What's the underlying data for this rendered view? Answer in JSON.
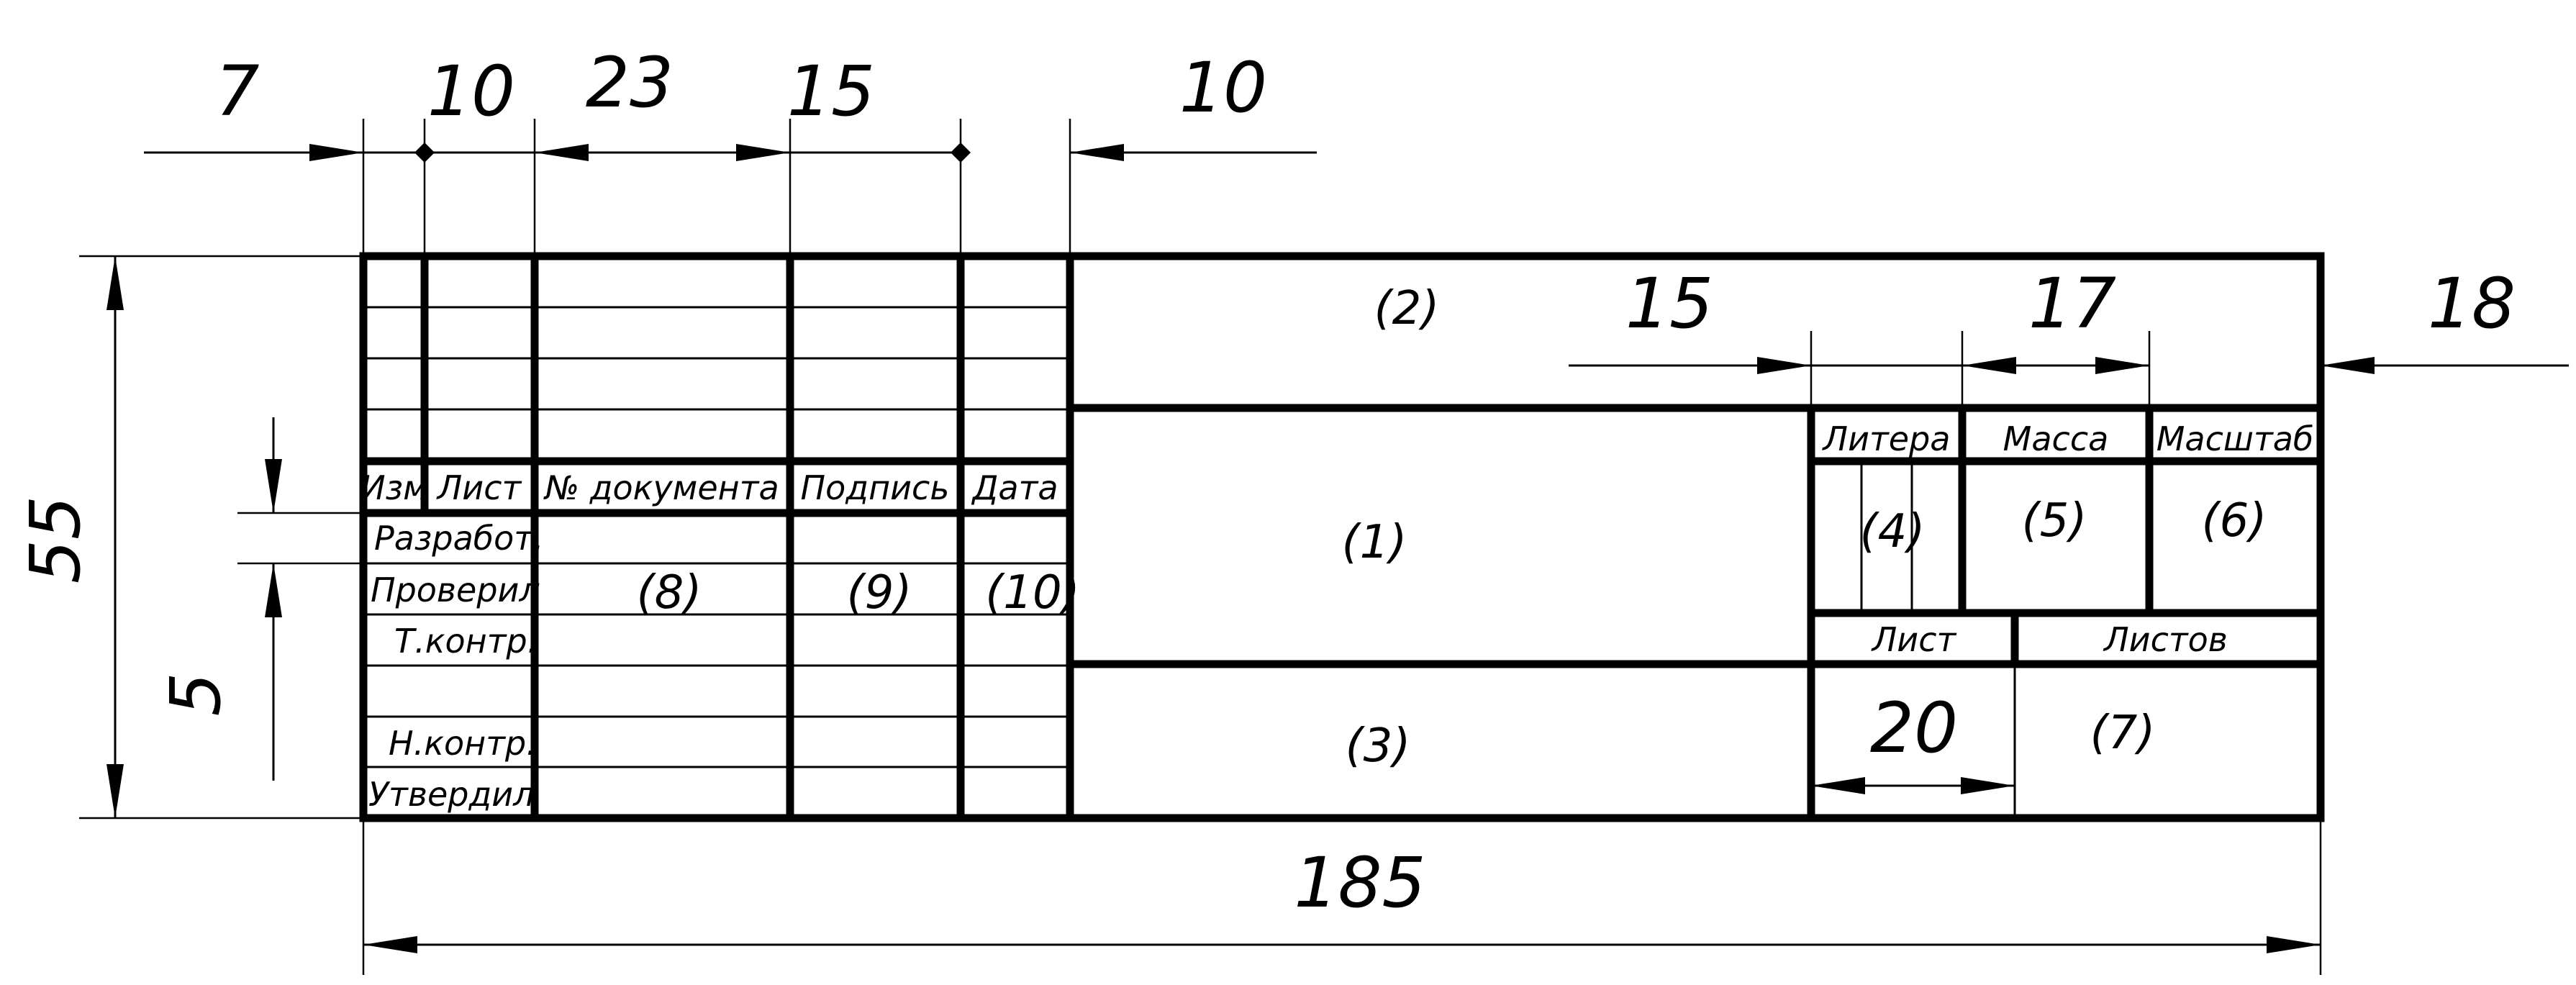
{
  "dimensions": {
    "w7": "7",
    "w10a": "10",
    "w23": "23",
    "w15a": "15",
    "w10b": "10",
    "h55": "55",
    "h5": "5",
    "w15b": "15",
    "w17": "17",
    "w18": "18",
    "w20": "20",
    "w185": "185"
  },
  "header_labels": {
    "izm": "Изм",
    "list": "Лист",
    "doc_no": "№ документа",
    "podpis": "Подпись",
    "data": "Дата"
  },
  "row_labels": {
    "razrabot": "Разработ.",
    "proveril": "Проверил",
    "tkontr": "Т.контр.",
    "nkontr": "Н.контр.",
    "utverdil": "Утвердил"
  },
  "right_labels": {
    "litera": "Литера",
    "massa": "Масса",
    "masshtab": "Масштаб",
    "list": "Лист",
    "listov": "Листов"
  },
  "zones": {
    "z1": "(1)",
    "z2": "(2)",
    "z3": "(3)",
    "z4": "(4)",
    "z5": "(5)",
    "z6": "(6)",
    "z7": "(7)",
    "z8": "(8)",
    "z9": "(9)",
    "z10": "(10)"
  }
}
